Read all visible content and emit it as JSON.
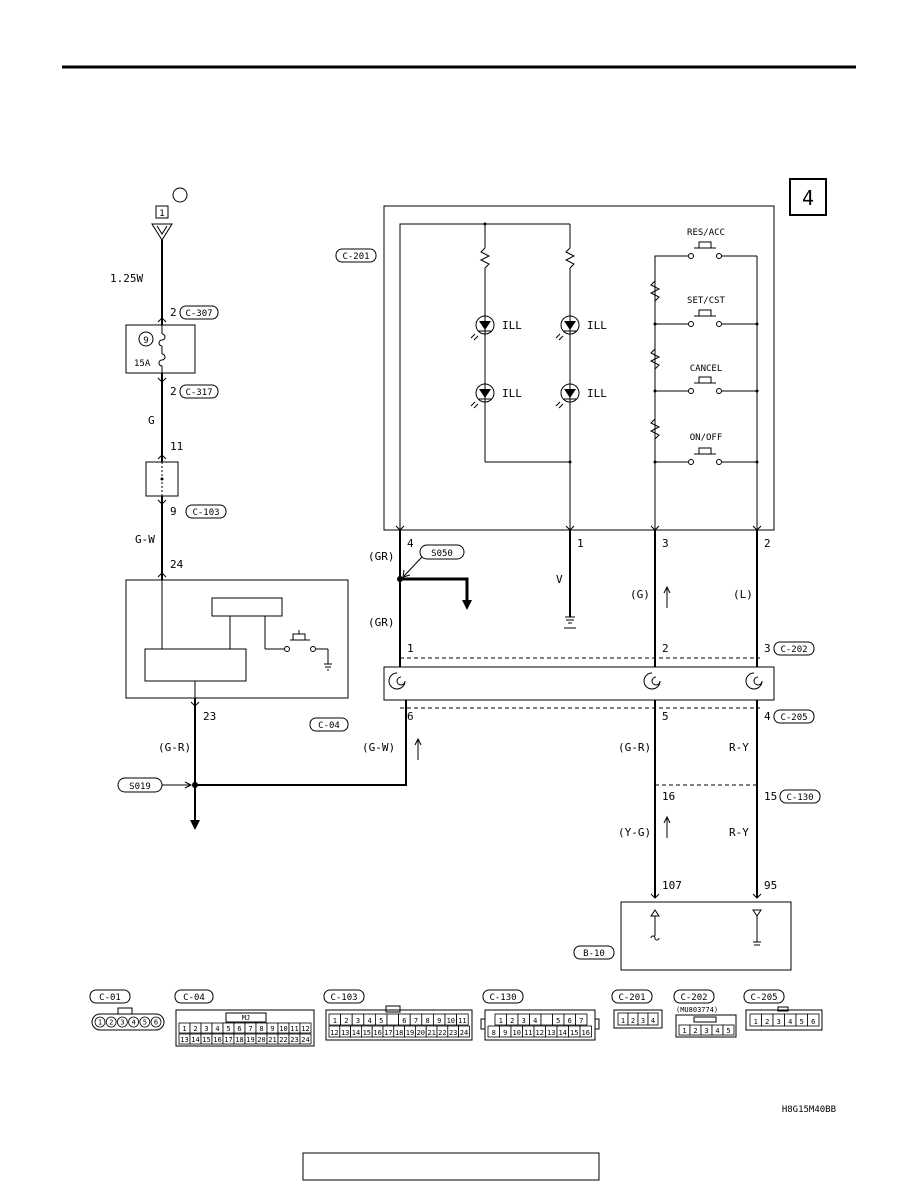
{
  "page": {
    "section_number": "4",
    "figure_code": "H8G15M40BB",
    "footer_box_text": ""
  },
  "left_circuit": {
    "fusible_link_number": "1",
    "wire_top": "1.25W",
    "c307_pin": "2",
    "c307_label": "C-307",
    "fuse_number": "9",
    "fuse_rating": "15A",
    "c317_pin": "2",
    "c317_label": "C-317",
    "wire_g": "G",
    "joint_pin_top": "11",
    "joint_pin_bottom": "9",
    "c103_label": "C-103",
    "wire_gw": "G-W",
    "ecu_pin_top": "24",
    "ecu_pin_bottom": "23",
    "c04_label": "C-04",
    "wire_gr_paren": "(G-R)",
    "splice_s019": "S019",
    "wire_gw_paren": "(G-W)"
  },
  "switch_panel": {
    "connector_label": "C-201",
    "ill_labels": [
      "ILL",
      "ILL",
      "ILL",
      "ILL"
    ],
    "switches": [
      "RES/ACC",
      "SET/CST",
      "CANCEL",
      "ON/OFF"
    ],
    "pins": [
      "4",
      "1",
      "3",
      "2"
    ]
  },
  "middle_circuit": {
    "wire_gr_1": "(GR)",
    "splice_s050": "S050",
    "wire_gr_2": "(GR)",
    "wire_v": "V",
    "wire_g_paren": "(G)",
    "wire_l_paren": "(L)",
    "c202_pins": [
      "1",
      "2",
      "3"
    ],
    "c202_label": "C-202",
    "c205_pins": [
      "6",
      "5",
      "4"
    ],
    "c205_label": "C-205",
    "wire_g_r": "(G-R)",
    "wire_r_y_1": "R-Y",
    "c130_pin_a": "16",
    "c130_pin_b": "15",
    "c130_label": "C-130",
    "wire_y_g": "(Y-G)",
    "wire_r_y_2": "R-Y",
    "b10_pin_a": "107",
    "b10_pin_b": "95",
    "b10_label": "B-10"
  },
  "connector_views": {
    "c01": {
      "label": "C-01",
      "pins": [
        "1",
        "2",
        "3",
        "4",
        "5",
        "6"
      ]
    },
    "c04": {
      "label": "C-04",
      "key": "MJ",
      "row1": [
        "1",
        "2",
        "3",
        "4",
        "5",
        "6",
        "7",
        "8",
        "9",
        "10",
        "11",
        "12"
      ],
      "row2": [
        "13",
        "14",
        "15",
        "16",
        "17",
        "18",
        "19",
        "20",
        "21",
        "22",
        "23",
        "24"
      ]
    },
    "c103": {
      "label": "C-103",
      "row1": [
        "1",
        "2",
        "3",
        "4",
        "5",
        "",
        "6",
        "7",
        "8",
        "9",
        "10",
        "11"
      ],
      "row2": [
        "12",
        "13",
        "14",
        "15",
        "16",
        "17",
        "18",
        "19",
        "20",
        "21",
        "22",
        "23",
        "24"
      ]
    },
    "c130": {
      "label": "C-130",
      "row1": [
        "1",
        "2",
        "3",
        "4",
        "",
        "5",
        "6",
        "7"
      ],
      "row2": [
        "8",
        "9",
        "10",
        "11",
        "12",
        "13",
        "14",
        "15",
        "16"
      ]
    },
    "c201": {
      "label": "C-201",
      "pins": [
        "1",
        "2",
        "3",
        "4"
      ]
    },
    "c202": {
      "label": "C-202",
      "part_number": "(MU803774)",
      "row1": [
        "1",
        "2",
        "3",
        "4",
        "5"
      ]
    },
    "c205": {
      "label": "C-205",
      "pins": [
        "1",
        "2",
        "3",
        "4",
        "5",
        "6"
      ]
    }
  }
}
